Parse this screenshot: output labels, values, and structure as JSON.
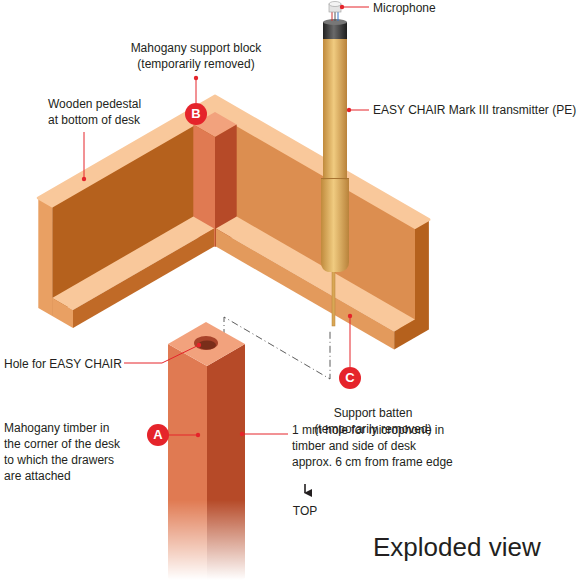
{
  "diagram": {
    "nodes": [
      {
        "text": [
          "B"
        ]
      },
      {
        "text": [
          "C"
        ]
      },
      {
        "text": [
          "A"
        ]
      }
    ],
    "labels": [
      "Microphone",
      "Mahogany support block (temporarily removed)",
      "EASY CHAIR Mark III transmitter (PE)",
      "Wooden pedestal at bottom of desk",
      "Hole for EASY CHAIR",
      "Support batten (temporarily removed)",
      "Mahogany timber in the corner of the desk to which the drawers are attached",
      "1 mm hole for microphone in timber and side of desk approx. 6 cm from frame edge",
      "TOP",
      "Exploded view"
    ]
  }
}
